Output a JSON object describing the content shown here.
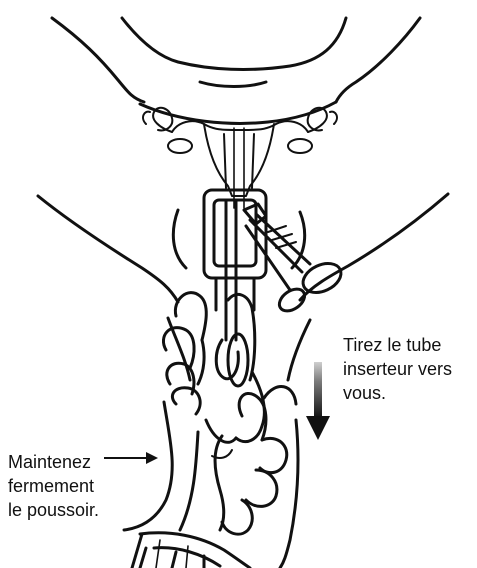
{
  "annotations": {
    "pull_instruction": [
      "Tirez le tube",
      "inserteur vers",
      "vous."
    ],
    "hold_instruction": [
      "Maintenez",
      "fermement",
      "le poussoir."
    ]
  },
  "colors": {
    "line": "#111111",
    "background": "#ffffff",
    "skin_fill": "#ffffff",
    "arrow_gradient_start": "#bdbdbd",
    "arrow_gradient_end": "#111111"
  },
  "icons": [
    "down-arrow-icon",
    "left-arrow-icon"
  ]
}
